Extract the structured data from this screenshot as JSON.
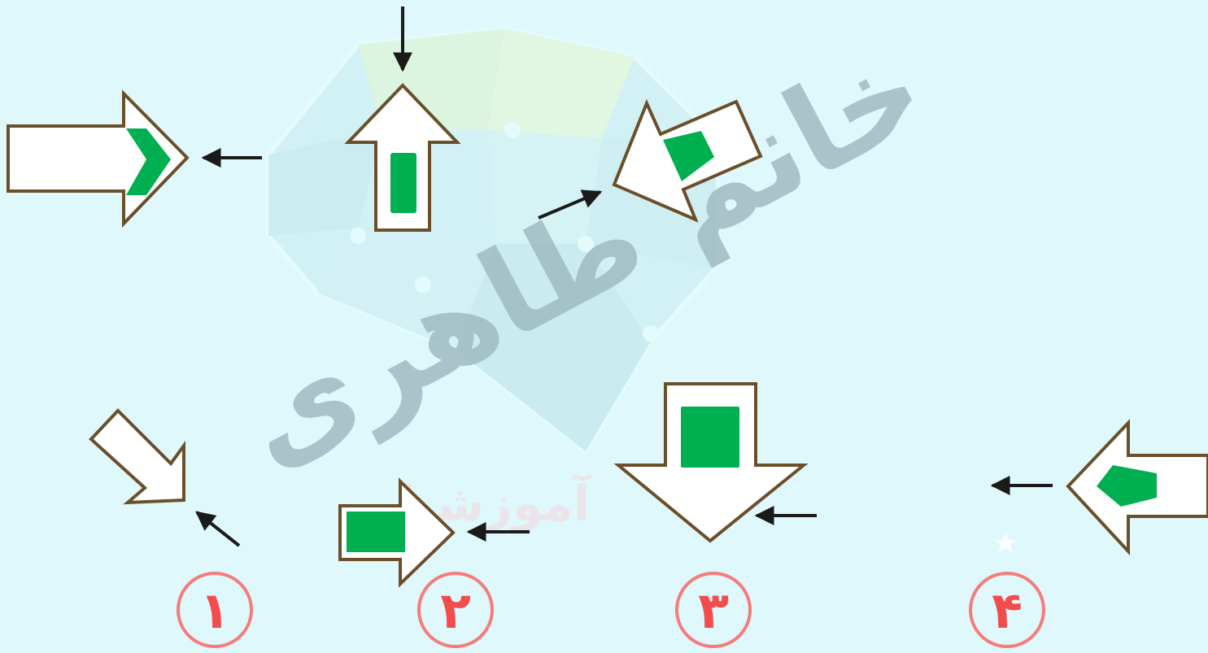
{
  "watermark": {
    "name_text": "خانم طاهری",
    "logo_text": "آموزشیار"
  },
  "options": [
    {
      "id": 1,
      "label": "۱"
    },
    {
      "id": 2,
      "label": "۲"
    },
    {
      "id": 3,
      "label": "۳"
    },
    {
      "id": 4,
      "label": "۴"
    }
  ],
  "colors": {
    "background": "#dff8fb",
    "arrow_fill": "#ffffff",
    "arrow_stroke": "#6b4f2a",
    "mark_green": "#00b050",
    "pointer_arrow": "#1a1a1a",
    "circle_stroke": "#f57c7c",
    "number_color": "#f24c4c",
    "watermark_color": "#9fbcc2"
  },
  "icons": [
    "big-arrow-icon",
    "pointer-arrow-icon",
    "number-circle-icon",
    "logo-watermark-icon"
  ]
}
